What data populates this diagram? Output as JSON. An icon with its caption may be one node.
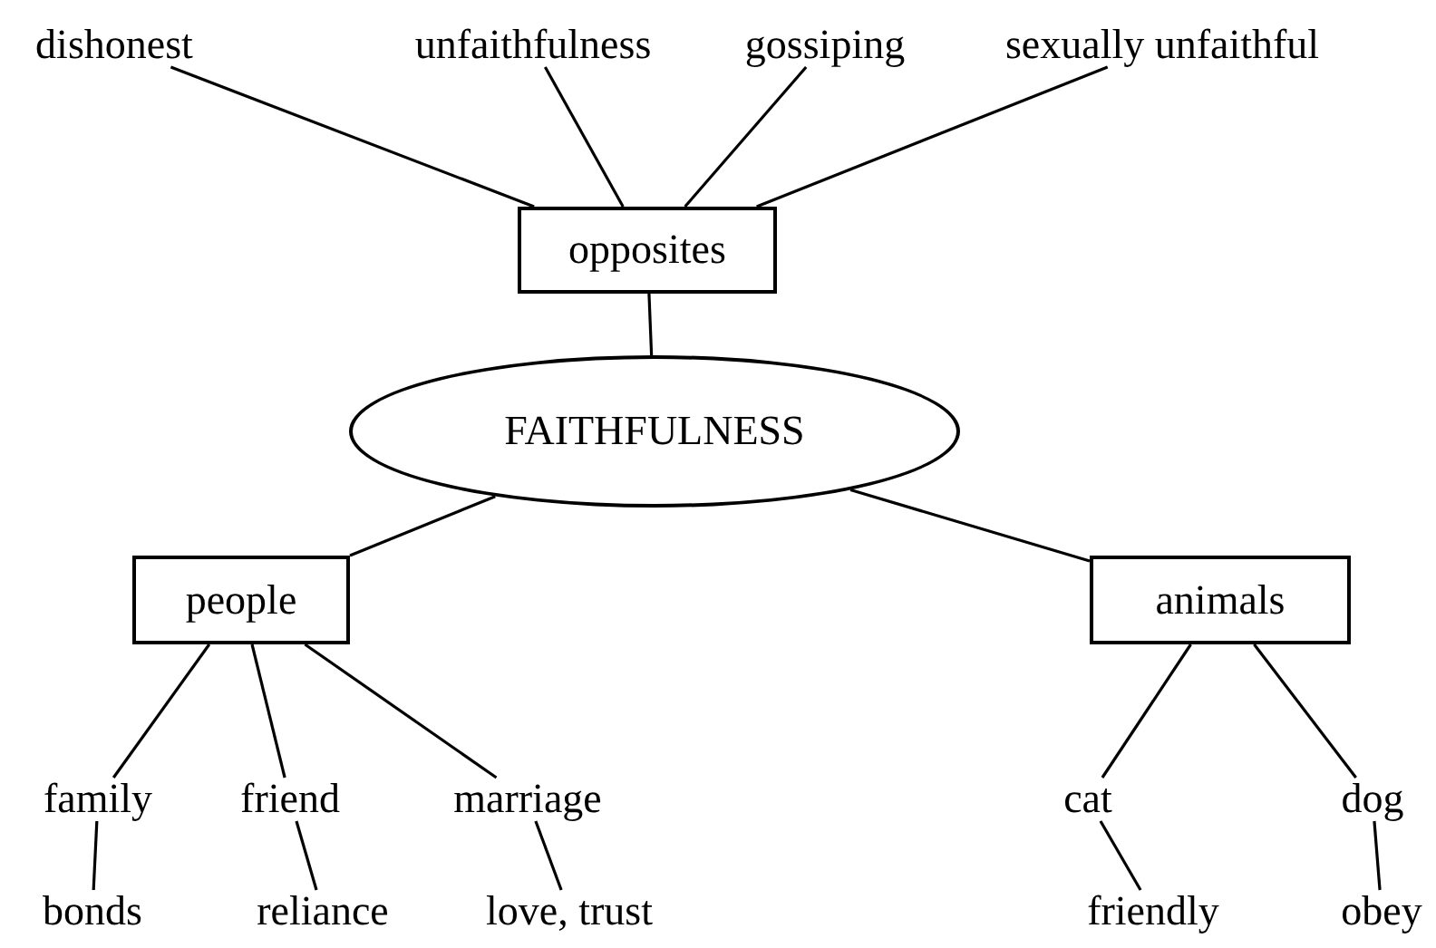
{
  "diagram": {
    "nodes": [
      {
        "text": [
          "dishonest"
        ]
      },
      {
        "text": [
          "unfaithfulness"
        ]
      },
      {
        "text": [
          "gossiping"
        ]
      },
      {
        "text": [
          "sexually unfaithful"
        ]
      },
      {
        "text": [
          "opposites"
        ]
      },
      {
        "text": [
          "FAITHFULNESS"
        ]
      },
      {
        "text": [
          "people"
        ]
      },
      {
        "text": [
          "animals"
        ]
      },
      {
        "text": [
          "family"
        ]
      },
      {
        "text": [
          "friend"
        ]
      },
      {
        "text": [
          "marriage"
        ]
      },
      {
        "text": [
          "cat"
        ]
      },
      {
        "text": [
          "dog"
        ]
      },
      {
        "text": [
          "bonds"
        ]
      },
      {
        "text": [
          "reliance"
        ]
      },
      {
        "text": [
          "love, trust"
        ]
      },
      {
        "text": [
          "friendly"
        ]
      },
      {
        "text": [
          "obey"
        ]
      }
    ],
    "edges": [
      {
        "from": 4,
        "to": 0,
        "arrow": "none"
      },
      {
        "from": 4,
        "to": 1,
        "arrow": "none"
      },
      {
        "from": 4,
        "to": 2,
        "arrow": "none"
      },
      {
        "from": 4,
        "to": 3,
        "arrow": "none"
      },
      {
        "from": 5,
        "to": 4,
        "arrow": "none"
      },
      {
        "from": 5,
        "to": 6,
        "arrow": "none"
      },
      {
        "from": 5,
        "to": 7,
        "arrow": "none"
      },
      {
        "from": 6,
        "to": 8,
        "arrow": "none"
      },
      {
        "from": 6,
        "to": 9,
        "arrow": "none"
      },
      {
        "from": 6,
        "to": 10,
        "arrow": "none"
      },
      {
        "from": 7,
        "to": 11,
        "arrow": "none"
      },
      {
        "from": 7,
        "to": 12,
        "arrow": "none"
      },
      {
        "from": 8,
        "to": 13,
        "arrow": "none"
      },
      {
        "from": 9,
        "to": 14,
        "arrow": "none"
      },
      {
        "from": 10,
        "to": 15,
        "arrow": "none"
      },
      {
        "from": 11,
        "to": 16,
        "arrow": "none"
      },
      {
        "from": 12,
        "to": 17,
        "arrow": "none"
      }
    ]
  }
}
